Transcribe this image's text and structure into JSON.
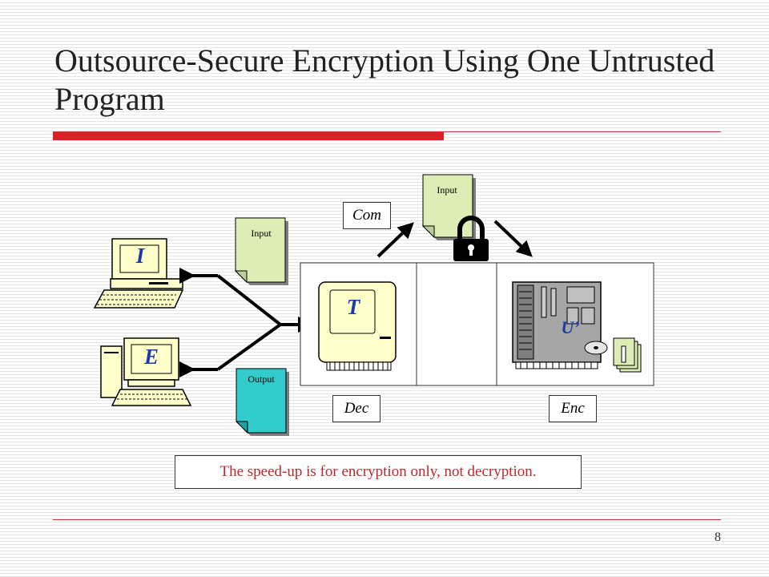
{
  "slide": {
    "title": "Outsource-Secure Encryption Using One Untrusted Program",
    "page_number": "8",
    "note": "The speed-up is for encryption only, not decryption."
  },
  "diagram": {
    "computer_I_label": "I",
    "computer_E_label": "E",
    "trusted_label": "T",
    "untrusted_label": "U’",
    "input_doc_left": "Input",
    "output_doc_left": "Output",
    "input_doc_top": "Input",
    "com_label": "Com",
    "dec_label": "Dec",
    "enc_label": "Enc"
  },
  "colors": {
    "accent_red": "#dd1f26",
    "doc_input_fill": "#dcedb6",
    "doc_output_fill": "#33cccc",
    "computer_fill": "#ffffcc",
    "letter_blue": "#1f3aa8",
    "note_text": "#c1272d"
  }
}
